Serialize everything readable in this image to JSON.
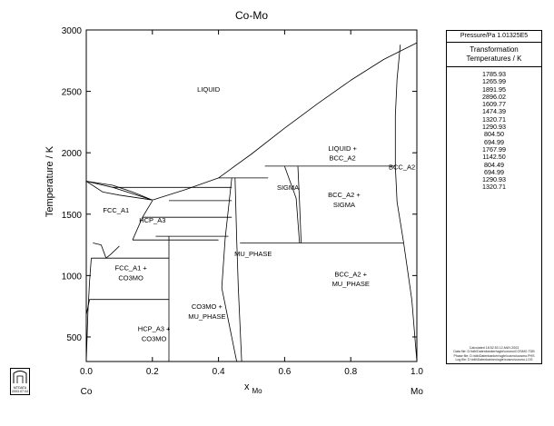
{
  "chart_data": {
    "type": "line",
    "title": "Co-Mo",
    "xlabel": "x",
    "xlabel_sub": "Mo",
    "ylabel": "Temperature / K",
    "xlim": [
      0,
      1
    ],
    "ylim": [
      300,
      3000
    ],
    "x_ticks": [
      0.0,
      0.2,
      0.4,
      0.6,
      0.8,
      1.0
    ],
    "x_tick_labels": [
      "0.0",
      "0.2",
      "0.4",
      "0.6",
      "0.8",
      "1.0"
    ],
    "y_ticks": [
      500,
      1000,
      1500,
      2000,
      2500,
      3000
    ],
    "y_tick_labels": [
      "500",
      "1000",
      "1500",
      "2000",
      "2500",
      "3000"
    ],
    "grid": false,
    "left_element": "Co",
    "right_element": "Mo",
    "phase_labels": [
      {
        "text": "LIQUID",
        "x": 0.37,
        "y": 2520
      },
      {
        "text": "LIQUID +",
        "x": 0.775,
        "y": 2040
      },
      {
        "text": "BCC_A2",
        "x": 0.775,
        "y": 1960
      },
      {
        "text": "BCC_A2",
        "x": 0.955,
        "y": 1885
      },
      {
        "text": "SIGMA",
        "x": 0.61,
        "y": 1720
      },
      {
        "text": "BCC_A2 +",
        "x": 0.78,
        "y": 1660
      },
      {
        "text": "SIGMA",
        "x": 0.78,
        "y": 1580
      },
      {
        "text": "FCC_A1",
        "x": 0.09,
        "y": 1535
      },
      {
        "text": "HCP_A3",
        "x": 0.2,
        "y": 1455
      },
      {
        "text": "MU_PHASE",
        "x": 0.505,
        "y": 1180
      },
      {
        "text": "FCC_A1 +",
        "x": 0.135,
        "y": 1065
      },
      {
        "text": "CO3MO",
        "x": 0.135,
        "y": 985
      },
      {
        "text": "BCC_A2 +",
        "x": 0.8,
        "y": 1015
      },
      {
        "text": "MU_PHASE",
        "x": 0.8,
        "y": 935
      },
      {
        "text": "CO3MO +",
        "x": 0.365,
        "y": 750
      },
      {
        "text": "MU_PHASE",
        "x": 0.365,
        "y": 670
      },
      {
        "text": "HCP_A3 +",
        "x": 0.205,
        "y": 570
      },
      {
        "text": "CO3MO",
        "x": 0.205,
        "y": 490
      }
    ],
    "series": [
      {
        "points": [
          [
            0,
            1768
          ],
          [
            0.08,
            1718
          ],
          [
            0.2,
            1615
          ],
          [
            0.3,
            1700
          ],
          [
            0.4,
            1795
          ],
          [
            0.5,
            1990
          ],
          [
            0.6,
            2200
          ],
          [
            0.7,
            2400
          ],
          [
            0.8,
            2590
          ],
          [
            0.9,
            2760
          ],
          [
            1.0,
            2896
          ]
        ]
      },
      {
        "points": [
          [
            0,
            1768
          ],
          [
            0.08,
            1735
          ],
          [
            0.14,
            1680
          ],
          [
            0.2,
            1615
          ]
        ]
      },
      {
        "points": [
          [
            0,
            1768
          ],
          [
            0.05,
            1680
          ],
          [
            0.1,
            1655
          ],
          [
            0.2,
            1615
          ]
        ]
      },
      {
        "points": [
          [
            0.95,
            2880
          ],
          [
            0.94,
            2600
          ],
          [
            0.935,
            2300
          ],
          [
            0.935,
            1890
          ],
          [
            0.94,
            1600
          ],
          [
            0.96,
            1270
          ],
          [
            0.985,
            800
          ],
          [
            1.0,
            300
          ]
        ]
      },
      {
        "points": [
          [
            0.54,
            1891
          ],
          [
            0.935,
            1891
          ]
        ]
      },
      {
        "points": [
          [
            0.08,
            1718
          ],
          [
            0.44,
            1718
          ]
        ]
      },
      {
        "points": [
          [
            0.4,
            1795
          ],
          [
            0.55,
            1795
          ]
        ]
      },
      {
        "points": [
          [
            0.6,
            1890
          ],
          [
            0.635,
            1630
          ],
          [
            0.645,
            1265
          ]
        ]
      },
      {
        "points": [
          [
            0.64,
            1890
          ],
          [
            0.645,
            1600
          ],
          [
            0.65,
            1265
          ]
        ]
      },
      {
        "points": [
          [
            0.45,
            1795
          ],
          [
            0.455,
            1300
          ],
          [
            0.46,
            900
          ],
          [
            0.47,
            300
          ]
        ]
      },
      {
        "points": [
          [
            0.44,
            1795
          ],
          [
            0.42,
            1300
          ],
          [
            0.41,
            900
          ],
          [
            0.455,
            300
          ]
        ]
      },
      {
        "points": [
          [
            0.25,
            1610
          ],
          [
            0.44,
            1610
          ]
        ]
      },
      {
        "points": [
          [
            0.17,
            1475
          ],
          [
            0.44,
            1475
          ]
        ]
      },
      {
        "points": [
          [
            0.14,
            1290
          ],
          [
            0.4,
            1290
          ]
        ]
      },
      {
        "points": [
          [
            0.21,
            1320
          ],
          [
            0.43,
            1320
          ]
        ]
      },
      {
        "points": [
          [
            0.17,
            1475
          ],
          [
            0.14,
            1290
          ]
        ]
      },
      {
        "points": [
          [
            0.2,
            1610
          ],
          [
            0.17,
            1475
          ]
        ]
      },
      {
        "points": [
          [
            0.25,
            1320
          ],
          [
            0.25,
            300
          ]
        ]
      },
      {
        "points": [
          [
            0.465,
            1265
          ],
          [
            0.96,
            1265
          ]
        ]
      },
      {
        "points": [
          [
            0.015,
            1142
          ],
          [
            0.25,
            1142
          ]
        ]
      },
      {
        "points": [
          [
            0.06,
            1142
          ],
          [
            0.045,
            1250
          ],
          [
            0.02,
            1265
          ]
        ]
      },
      {
        "points": [
          [
            0.06,
            1142
          ],
          [
            0.075,
            1175
          ],
          [
            0.1,
            1240
          ]
        ]
      },
      {
        "points": [
          [
            0.01,
            950
          ],
          [
            0.015,
            1142
          ]
        ]
      },
      {
        "points": [
          [
            0.0,
            300
          ],
          [
            0.005,
            700
          ],
          [
            0.01,
            950
          ]
        ]
      },
      {
        "points": [
          [
            0.0,
            680
          ],
          [
            0.01,
            805
          ],
          [
            0.25,
            805
          ]
        ]
      }
    ],
    "x_range_pixels_note": ""
  },
  "sidebar": {
    "pressure": "Pressure/Pa  1.01325E5",
    "temps_title_line1": "Transformation",
    "temps_title_line2": "Temperatures / K",
    "temperatures": [
      "1785.93",
      "1265.99",
      "1891.95",
      "2896.02",
      "1609.77",
      "1474.39",
      "1320.71",
      "1290.93",
      "804.50",
      "694.99",
      "1767.99",
      "1142.50",
      "804.49",
      "694.99",
      "1290.93",
      "1320.71"
    ],
    "footer": [
      "Calculated 18:52:53 12-MAY-2003",
      "Data file: D:\\tdb\\Datenbanken\\sgte\\cosmo\\COSMO.TDB",
      "Phase file: D:\\tdb\\Datenbanken\\sgte\\cosmo\\cosmo.PHS",
      "Log file: D:\\tdb\\Datenbanken\\sgte\\cosmo\\cosmo.LOG"
    ]
  },
  "logo": {
    "text": "MTDATA",
    "code": "2003.07.04"
  }
}
